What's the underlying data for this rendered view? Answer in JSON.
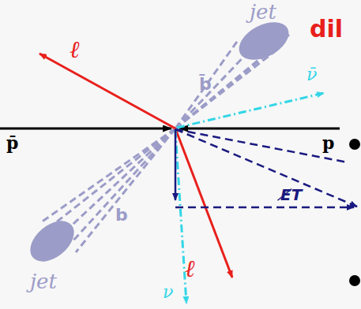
{
  "diagram": {
    "title": "dil",
    "labels": [
      "jet",
      "b̄",
      "ℓ",
      "ν̄",
      "p̄",
      "p",
      "b",
      "jet",
      "E̸T",
      "ℓ",
      "ν"
    ]
  }
}
